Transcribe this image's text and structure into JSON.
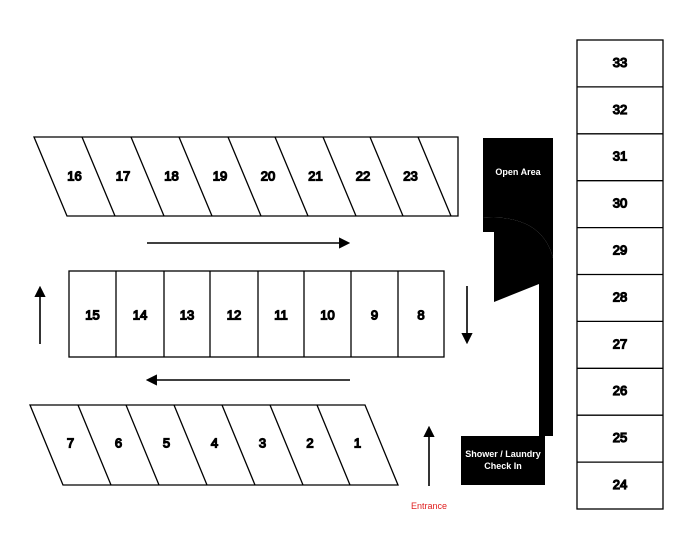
{
  "map": {
    "top_row": [
      "16",
      "17",
      "18",
      "19",
      "20",
      "21",
      "22",
      "23"
    ],
    "middle_row": [
      "15",
      "14",
      "13",
      "12",
      "11",
      "10",
      "9",
      "8"
    ],
    "bottom_row": [
      "7",
      "6",
      "5",
      "4",
      "3",
      "2",
      "1"
    ],
    "right_column": [
      "33",
      "32",
      "31",
      "30",
      "29",
      "28",
      "27",
      "26",
      "25",
      "24"
    ],
    "open_area_label": "Open Area",
    "shower_label_line1": "Shower / Laundry",
    "shower_label_line2": "Check In",
    "entrance_label": "Entrance",
    "colors": {
      "line": "#000000",
      "building": "#000000",
      "entrance": "#e02020",
      "background": "#ffffff"
    }
  }
}
